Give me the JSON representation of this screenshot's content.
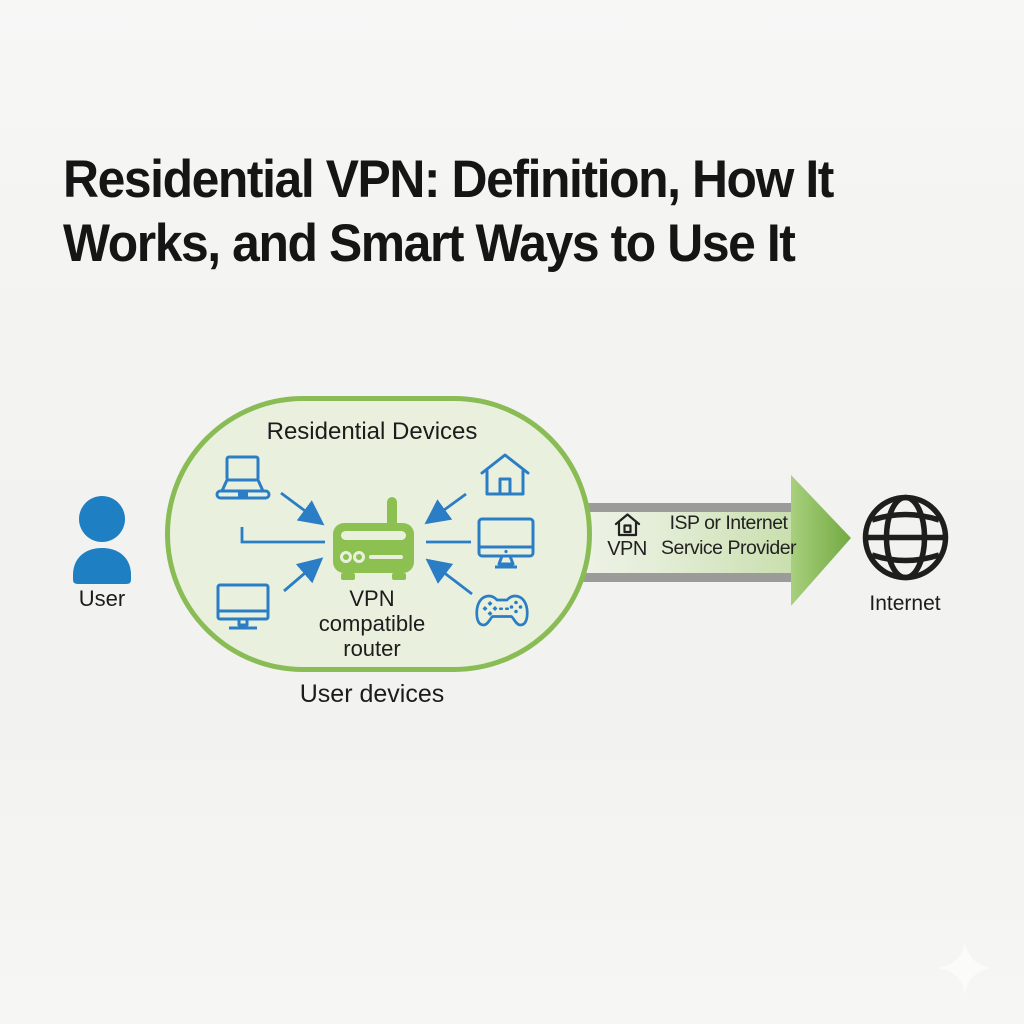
{
  "title": {
    "line1": "Residential VPN: Definition, How It",
    "line2": "Works, and Smart Ways to Use It"
  },
  "colors": {
    "background": "#f4f4f2",
    "group_border_green": "#8abc55",
    "group_fill_green": "#e9f1de",
    "device_blue": "#2b7ec5",
    "router_green": "#8cc152",
    "user_blue": "#1e7fc2",
    "arrow_band_gray": "#9b9b99",
    "arrow_head_green": "#79af48",
    "text_black": "#1c1c1c"
  },
  "user": {
    "label": "User",
    "icon": "person-icon"
  },
  "residential_group": {
    "heading": "Residential Devices",
    "caption": "User devices",
    "router_label_lines": [
      "VPN",
      "compatible",
      "router"
    ],
    "device_icons": [
      "laptop-icon",
      "house-icon",
      "desktop-monitor-icon",
      "game-controller-icon",
      "monitor-icon",
      "router-icon"
    ]
  },
  "isp_arrow": {
    "icon": "home-vpn-icon",
    "vpn_label": "VPN",
    "line1": "ISP or Internet",
    "line2": "Service Provider"
  },
  "internet": {
    "label": "Internet",
    "icon": "globe-icon"
  }
}
